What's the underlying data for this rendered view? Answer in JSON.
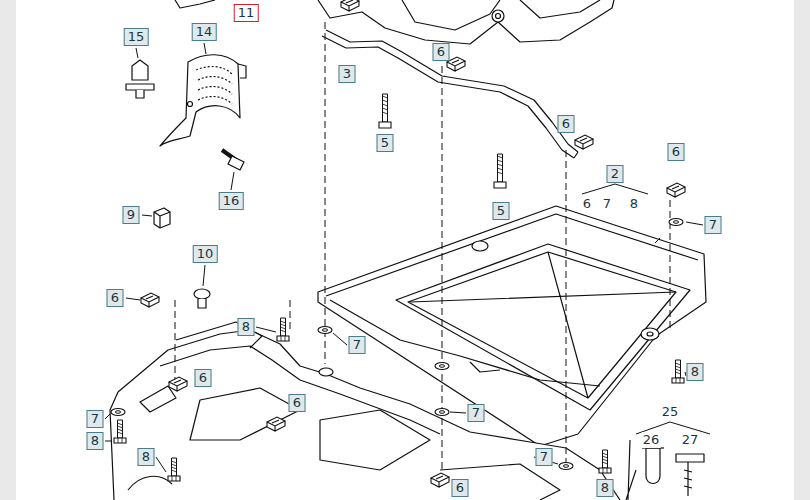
{
  "diagram": {
    "labels": [
      "11",
      "15",
      "14",
      "3",
      "6",
      "6",
      "5",
      "6",
      "2",
      "16",
      "6",
      "7",
      "8",
      "9",
      "5",
      "7",
      "10",
      "6",
      "8",
      "7",
      "8",
      "6",
      "6",
      "25",
      "7",
      "7",
      "26",
      "27",
      "8",
      "8",
      "7",
      "6",
      "8"
    ]
  }
}
